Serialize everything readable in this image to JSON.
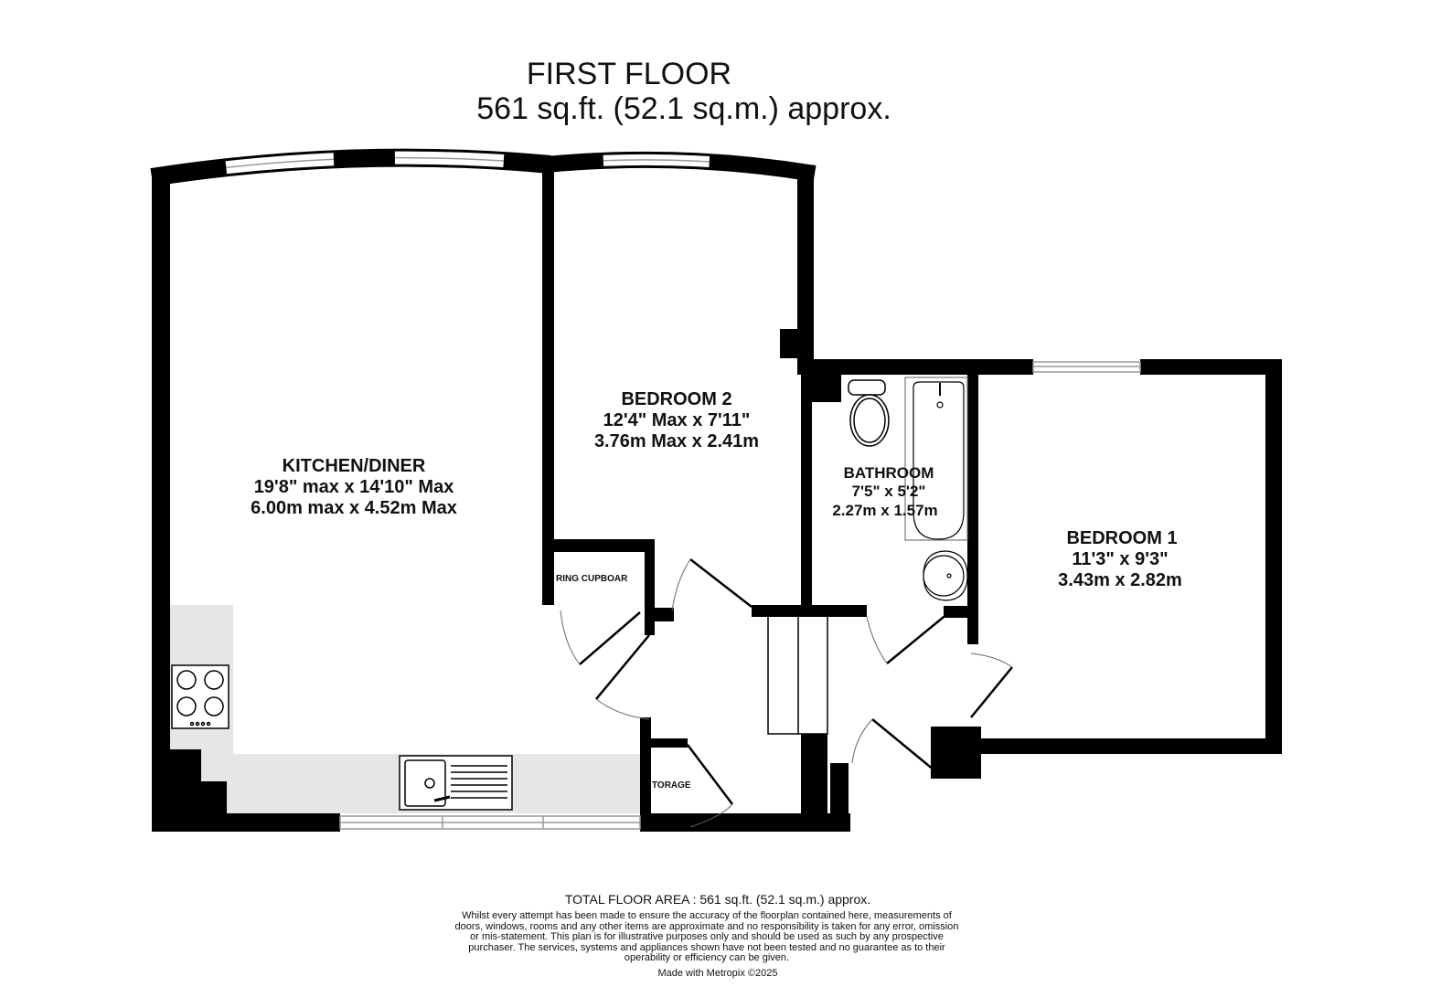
{
  "header": {
    "floor": "FIRST FLOOR",
    "area": "561 sq.ft. (52.1 sq.m.) approx."
  },
  "rooms": {
    "kitchen": {
      "name": "KITCHEN/DINER",
      "imperial": "19'8\" max x 14'10\" Max",
      "metric": "6.00m max x 4.52m Max"
    },
    "bedroom2": {
      "name": "BEDROOM 2",
      "imperial": "12'4\" Max x 7'11\"",
      "metric": "3.76m Max x 2.41m"
    },
    "bathroom": {
      "name": "BATHROOM",
      "imperial": "7'5\"  x 5'2\"",
      "metric": "2.27m  x 1.57m"
    },
    "bedroom1": {
      "name": "BEDROOM 1",
      "imperial": "11'3\"  x 9'3\"",
      "metric": "3.43m  x 2.82m"
    },
    "cupboard": {
      "name": "RING CUPBOAR"
    },
    "storage": {
      "name": "TORAGE"
    }
  },
  "footer": {
    "total": "TOTAL FLOOR AREA : 561 sq.ft. (52.1 sq.m.) approx.",
    "disclaimer": "Whilst every attempt has been made to ensure the accuracy of the floorplan contained here, measurements of doors, windows, rooms and any other items are approximate and no responsibility is taken for any error, omission or mis-statement. This plan is for illustrative purposes only and should be used as such by any prospective purchaser. The services, systems and appliances shown have not been tested and no guarantee as to their operability or efficiency can be given.",
    "made_with": "Made with Metropix ©2025"
  },
  "colors": {
    "wall": "#000000",
    "counter": "#e6e6e6",
    "window": "#9a9a9a"
  }
}
